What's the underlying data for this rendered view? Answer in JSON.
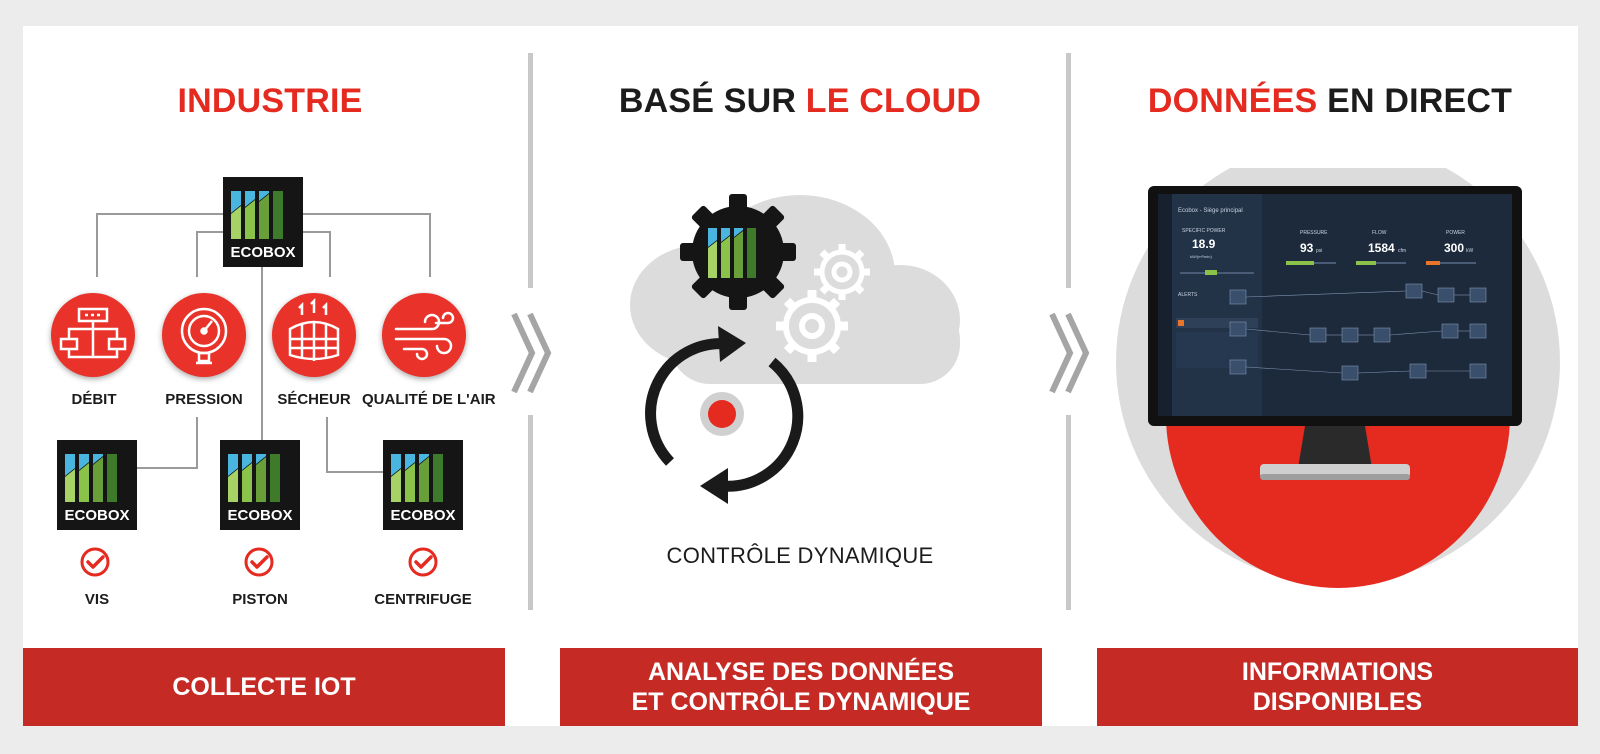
{
  "sections": {
    "industrie": {
      "title": "INDUSTRIE",
      "ecobox_label": "ECOBOX",
      "sensors": [
        "DÉBIT",
        "PRESSION",
        "SÉCHEUR",
        "QUALITÉ DE L'AIR"
      ],
      "compressors": [
        "VIS",
        "PISTON",
        "CENTRIFUGE"
      ],
      "banner": "COLLECTE IOT"
    },
    "cloud": {
      "title_part1": "BASÉ SUR",
      "title_part2": "LE CLOUD",
      "caption": "CONTRÔLE DYNAMIQUE",
      "banner_line1": "ANALYSE DES DONNÉES",
      "banner_line2": "ET CONTRÔLE DYNAMIQUE"
    },
    "direct": {
      "title_part1": "DONNÉES",
      "title_part2": "EN DIRECT",
      "banner_line1": "INFORMATIONS",
      "banner_line2": "DISPONIBLES",
      "screen": {
        "header": "Ecobox - Siège principal",
        "kpi_left_label": "SPECIFIC POWER",
        "kpi_left_value": "18.9",
        "kpi_left_unit": "kW/(m³/min)",
        "kpi1_label": "PRESSURE",
        "kpi1_value": "93",
        "kpi1_unit": "psi",
        "kpi2_label": "FLOW",
        "kpi2_value": "1584",
        "kpi2_unit": "cfm",
        "kpi3_label": "POWER",
        "kpi3_value": "300",
        "kpi3_unit": "kW",
        "alerts_label": "ALERTS"
      }
    }
  },
  "colors": {
    "accent_red": "#e52a20",
    "banner_red": "#c62a25",
    "dark_text": "#1c1c1c",
    "separator": "#c8c8c8",
    "ecobox_bar_blue": "#4ab6e0",
    "ecobox_bar_green": "#7cb342"
  },
  "icons": [
    "flow-icon",
    "pressure-gauge-icon",
    "dryer-icon",
    "air-quality-icon",
    "check-icon",
    "gear-icon",
    "cycle-arrows-icon",
    "cloud-icon",
    "chevron-right-icon",
    "monitor-icon"
  ]
}
